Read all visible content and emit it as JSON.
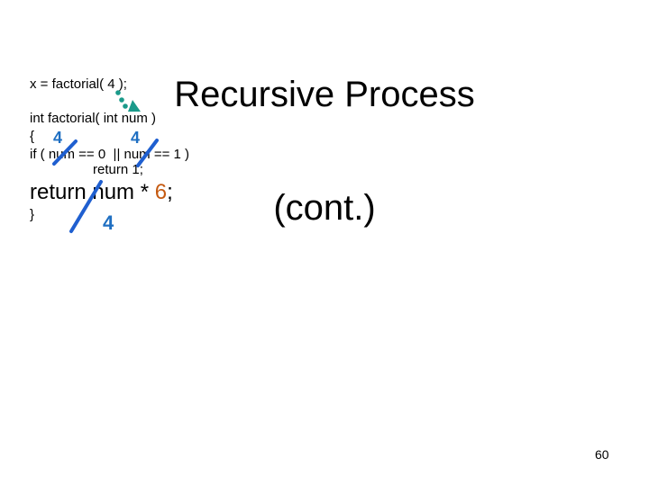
{
  "slide": {
    "title_line1": "Recursive Process",
    "title_line2": "(cont.)",
    "call_line": "x = factorial( 4 );",
    "code": {
      "signature": "int factorial( int num )",
      "open_brace": "{",
      "if_line": "if ( num == 0  || num == 1 )",
      "return_one": "return 1;",
      "return_prefix": "return num * ",
      "return_value": "6",
      "return_suffix": ";",
      "close_brace": "}"
    },
    "annotations": {
      "num_value_1": "4",
      "num_value_2": "4",
      "num_value_3": "4"
    },
    "page_number": "60",
    "colors": {
      "annotation": "#1f6fc2",
      "strike": "#1f5fd0",
      "highlight": "#c55a11",
      "arrow": "#1a9a8a"
    }
  }
}
